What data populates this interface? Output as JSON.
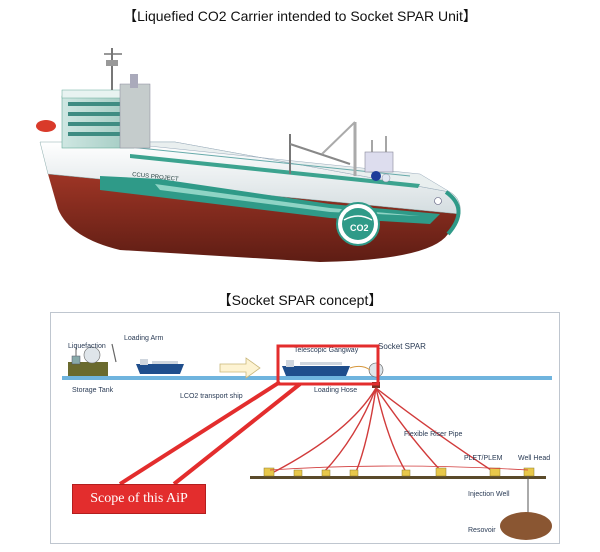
{
  "titles": {
    "ship": "【Liquefied CO2 Carrier intended to Socket SPAR Unit】",
    "concept": "【Socket SPAR concept】"
  },
  "ship": {
    "hull_name": "CCUS PROJECT",
    "logo_text": "CO2"
  },
  "concept": {
    "labels": {
      "liquefaction": "Liquefaction",
      "loading_arm": "Loading Arm",
      "storage_tank": "Storage Tank",
      "lco2_ship": "LCO2 transport ship",
      "telescopic_gangway": "Telescopic Gangway",
      "socket_spar": "Socket SPAR",
      "loading_hose": "Loading Hose",
      "flexible_riser": "Flexible Riser Pipe",
      "plet_plem": "PLET/PLEM",
      "well_head": "Well Head",
      "injection_well": "Injection Well",
      "reservoir": "Resovoir"
    },
    "scope_label": "Scope of this AiP"
  },
  "colors": {
    "highlight": "#e32d2d",
    "hull_red": "#8c2a1f",
    "hull_teal": "#2f9a88",
    "sea": "#6fb4de",
    "seabed": "#5a4a2a"
  }
}
